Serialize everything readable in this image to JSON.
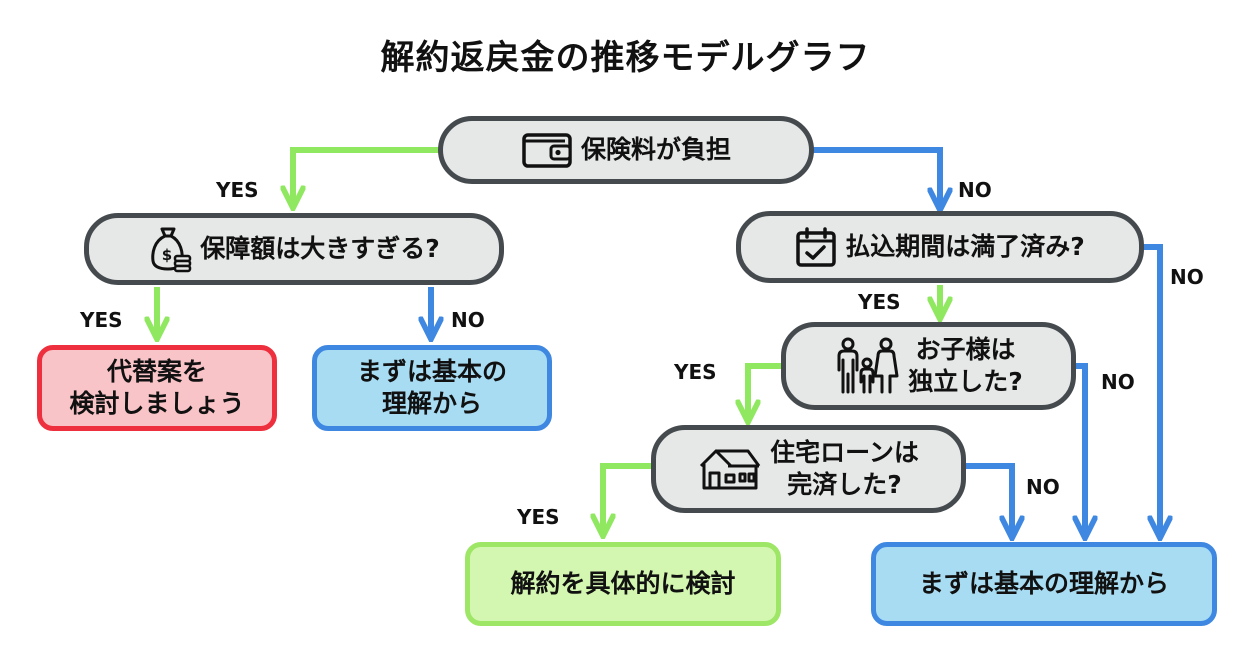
{
  "title": "解約返戻金の推移モデルグラフ",
  "colors": {
    "yes_arrow": "#8fe85f",
    "no_arrow": "#3f88e2",
    "question_border": "#454a4e",
    "question_fill": "#e6e7e7"
  },
  "nodes": {
    "premium_burden": {
      "text": "保険料が負担",
      "icon": "wallet-icon"
    },
    "coverage_too_large": {
      "text": "保障額は大きすぎる?",
      "icon": "money-bag-icon"
    },
    "payment_completed": {
      "text": "払込期間は満了済み?",
      "icon": "calendar-check-icon"
    },
    "children_independent": {
      "line1": "お子様は",
      "line2": "独立した?",
      "icon": "family-icon"
    },
    "mortgage_paid": {
      "line1": "住宅ローンは",
      "line2": "完済した?",
      "icon": "house-icon"
    },
    "alternative_plan": {
      "line1": "代替案を",
      "line2": "検討しましょう"
    },
    "basics_left": {
      "line1": "まずは基本の",
      "line2": "理解から"
    },
    "consider_cancel": {
      "text": "解約を具体的に検討"
    },
    "basics_right": {
      "text": "まずは基本の理解から"
    }
  },
  "labels": {
    "yes": "YES",
    "no": "NO"
  }
}
